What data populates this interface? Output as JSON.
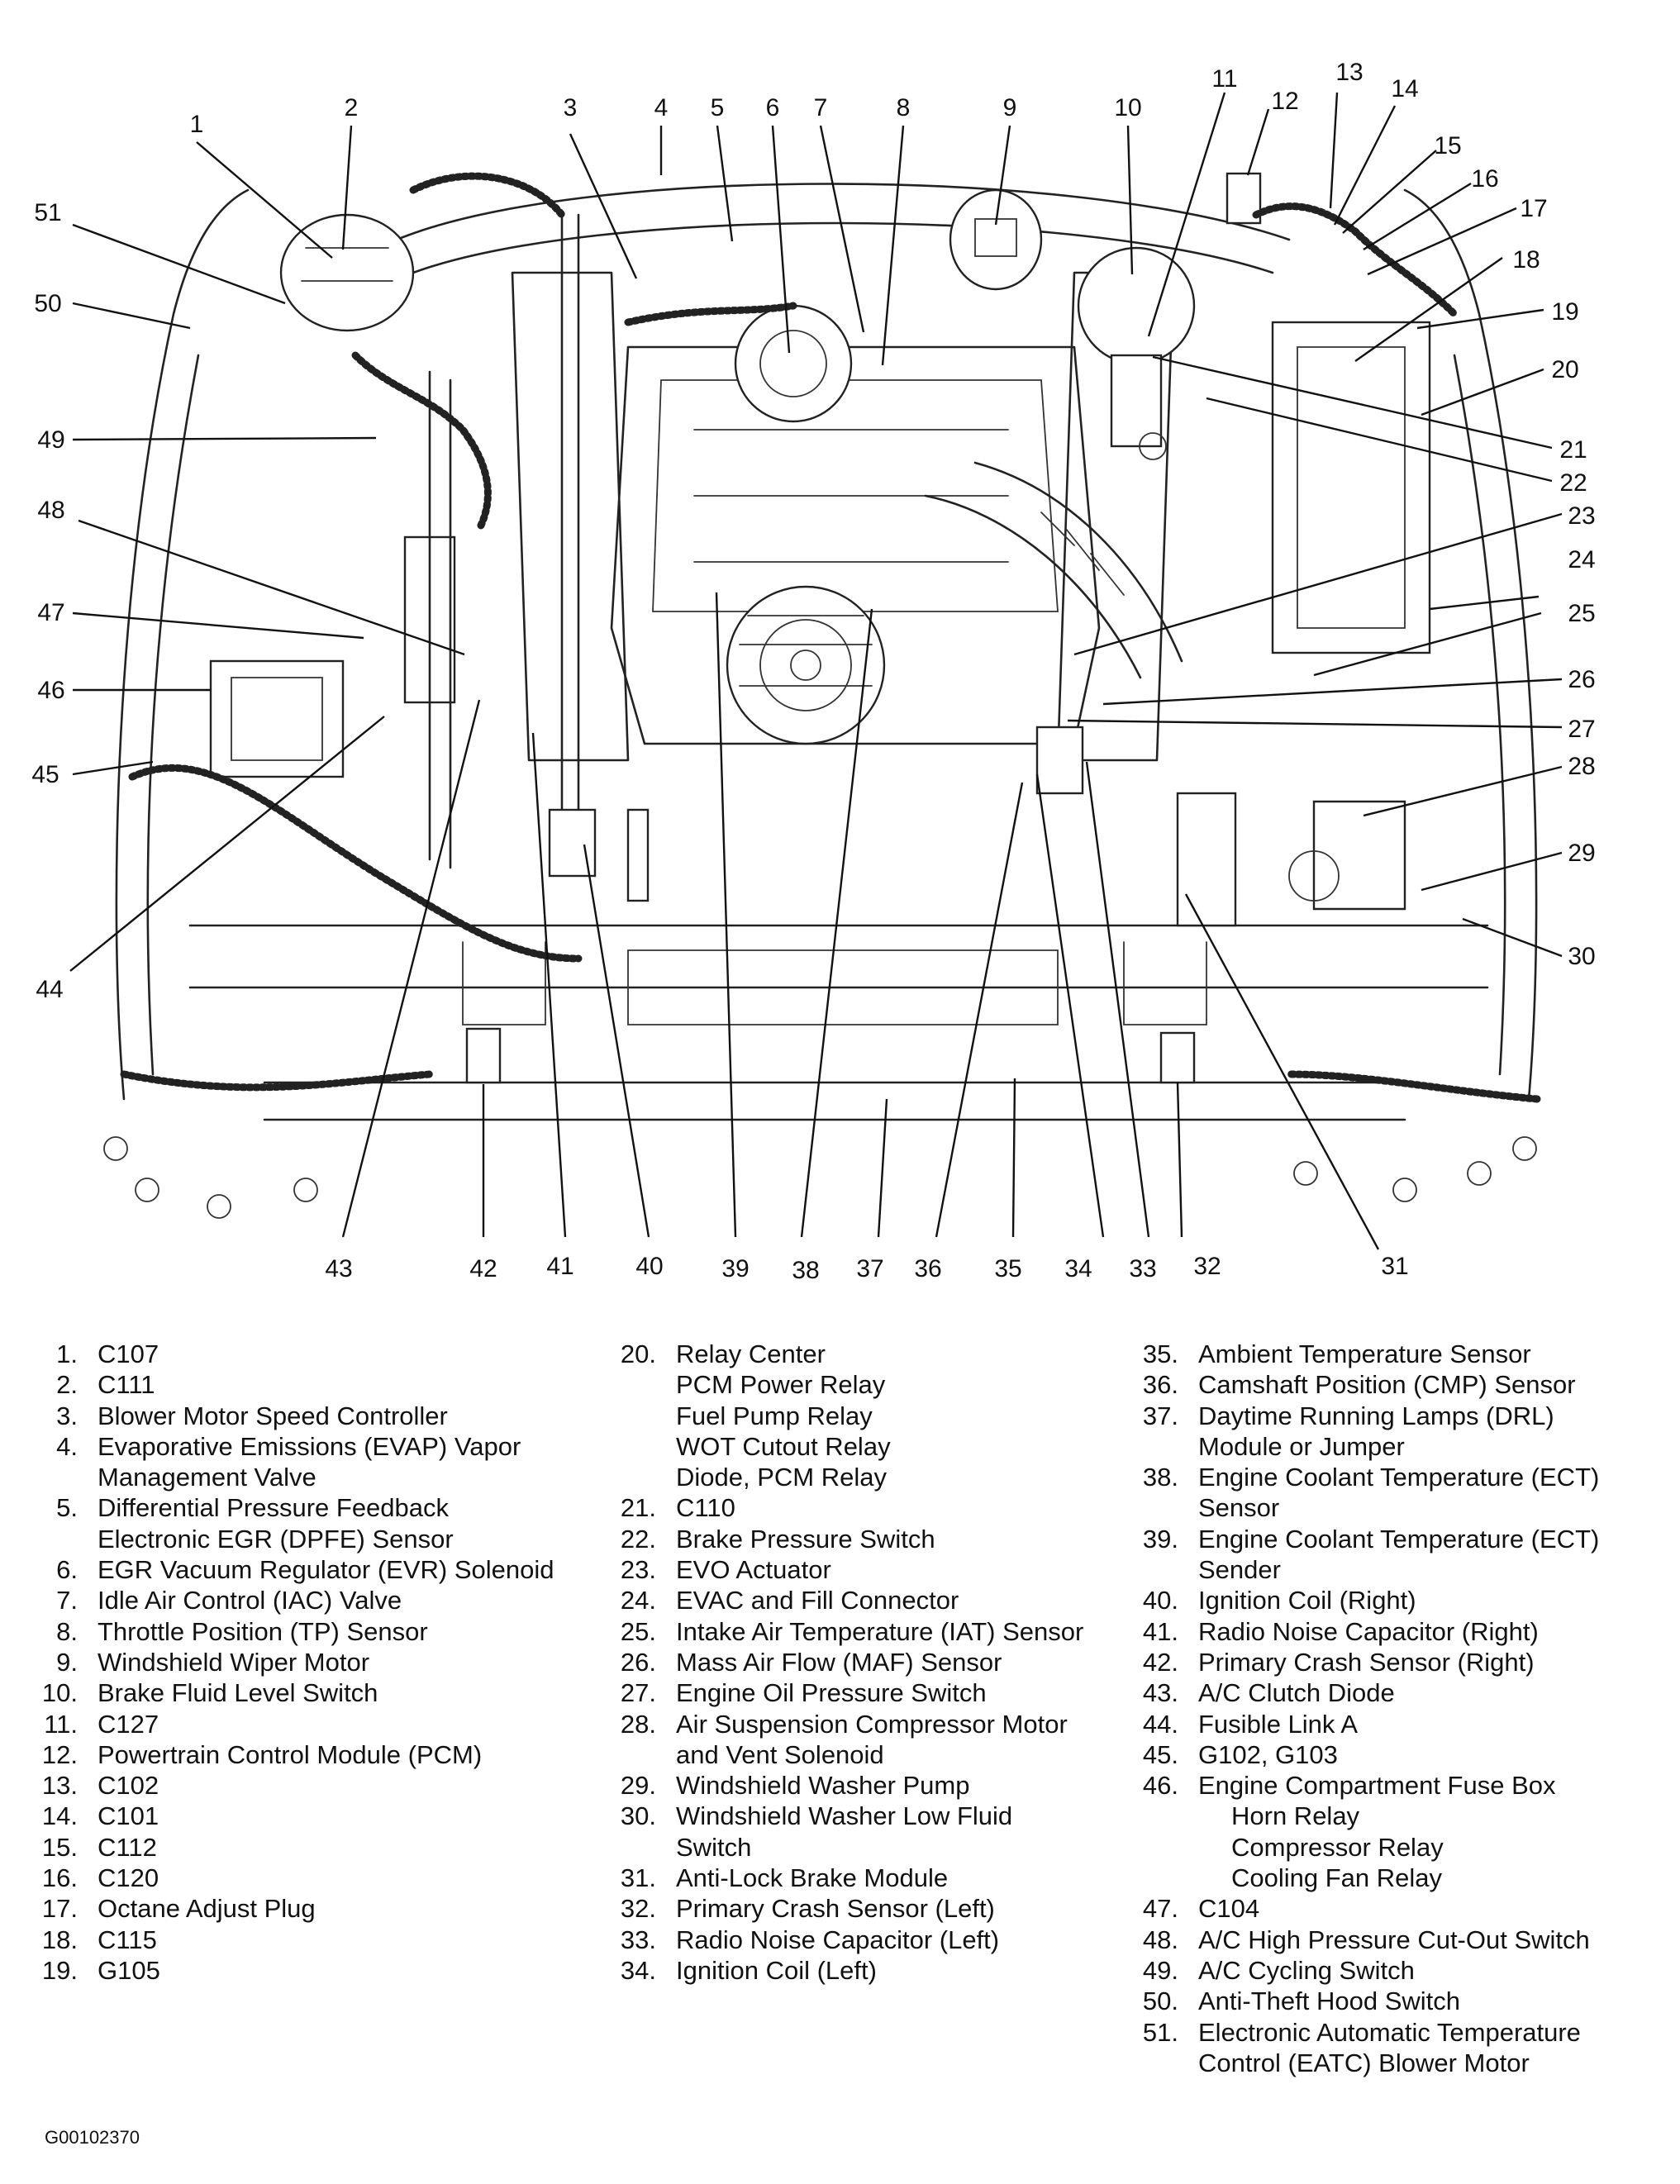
{
  "callouts": [
    "1",
    "2",
    "3",
    "4",
    "5",
    "6",
    "7",
    "8",
    "9",
    "10",
    "11",
    "12",
    "13",
    "14",
    "15",
    "16",
    "17",
    "18",
    "19",
    "20",
    "21",
    "22",
    "23",
    "24",
    "25",
    "26",
    "27",
    "28",
    "29",
    "30",
    "31",
    "32",
    "33",
    "34",
    "35",
    "36",
    "37",
    "38",
    "39",
    "40",
    "41",
    "42",
    "43",
    "44",
    "45",
    "46",
    "47",
    "48",
    "49",
    "50",
    "51"
  ],
  "legend": {
    "col1": [
      {
        "n": "1.",
        "l": "C107"
      },
      {
        "n": "2.",
        "l": "C111"
      },
      {
        "n": "3.",
        "l": "Blower Motor Speed Controller"
      },
      {
        "n": "4.",
        "l": "Evaporative Emissions (EVAP) Vapor"
      },
      {
        "n": "",
        "l": "Management Valve"
      },
      {
        "n": "5.",
        "l": "Differential Pressure Feedback"
      },
      {
        "n": "",
        "l": "Electronic EGR (DPFE) Sensor"
      },
      {
        "n": "6.",
        "l": "EGR Vacuum Regulator (EVR) Solenoid"
      },
      {
        "n": "7.",
        "l": "Idle Air Control (IAC) Valve"
      },
      {
        "n": "8.",
        "l": "Throttle Position (TP) Sensor"
      },
      {
        "n": "9.",
        "l": "Windshield Wiper Motor"
      },
      {
        "n": "10.",
        "l": "Brake Fluid Level Switch"
      },
      {
        "n": "11.",
        "l": "C127"
      },
      {
        "n": "12.",
        "l": "Powertrain Control Module (PCM)"
      },
      {
        "n": "13.",
        "l": "C102"
      },
      {
        "n": "14.",
        "l": "C101"
      },
      {
        "n": "15.",
        "l": "C112"
      },
      {
        "n": "16.",
        "l": "C120"
      },
      {
        "n": "17.",
        "l": "Octane Adjust Plug"
      },
      {
        "n": "18.",
        "l": "C115"
      },
      {
        "n": "19.",
        "l": "G105"
      }
    ],
    "col2": [
      {
        "n": "20.",
        "l": "Relay Center"
      },
      {
        "sub": "PCM Power Relay"
      },
      {
        "sub": "Fuel Pump Relay"
      },
      {
        "sub": "WOT Cutout Relay"
      },
      {
        "sub": "Diode, PCM Relay"
      },
      {
        "n": "21.",
        "l": "C110"
      },
      {
        "n": "22.",
        "l": "Brake Pressure Switch"
      },
      {
        "n": "23.",
        "l": "EVO Actuator"
      },
      {
        "n": "24.",
        "l": "EVAC and Fill Connector"
      },
      {
        "n": "25.",
        "l": "Intake Air Temperature (IAT) Sensor"
      },
      {
        "n": "26.",
        "l": "Mass Air Flow (MAF) Sensor"
      },
      {
        "n": "27.",
        "l": "Engine Oil Pressure Switch"
      },
      {
        "n": "28.",
        "l": "Air Suspension Compressor Motor"
      },
      {
        "n": "",
        "l": "and Vent Solenoid"
      },
      {
        "n": "29.",
        "l": "Windshield Washer Pump"
      },
      {
        "n": "30.",
        "l": "Windshield Washer Low Fluid"
      },
      {
        "n": "",
        "l": "Switch"
      },
      {
        "n": "31.",
        "l": "Anti-Lock Brake Module"
      },
      {
        "n": "32.",
        "l": "Primary Crash Sensor (Left)"
      },
      {
        "n": "33.",
        "l": "Radio Noise Capacitor (Left)"
      },
      {
        "n": "34.",
        "l": "Ignition Coil (Left)"
      }
    ],
    "col3": [
      {
        "n": "35.",
        "l": "Ambient Temperature Sensor"
      },
      {
        "n": "36.",
        "l": "Camshaft Position (CMP) Sensor"
      },
      {
        "n": "37.",
        "l": "Daytime Running Lamps (DRL)"
      },
      {
        "n": "",
        "l": "Module or Jumper"
      },
      {
        "n": "38.",
        "l": "Engine Coolant Temperature (ECT)"
      },
      {
        "n": "",
        "l": "Sensor"
      },
      {
        "n": "39.",
        "l": "Engine Coolant Temperature (ECT)"
      },
      {
        "n": "",
        "l": "Sender"
      },
      {
        "n": "40.",
        "l": "Ignition Coil (Right)"
      },
      {
        "n": "41.",
        "l": "Radio Noise Capacitor (Right)"
      },
      {
        "n": "42.",
        "l": "Primary Crash Sensor (Right)"
      },
      {
        "n": "43.",
        "l": "A/C Clutch Diode"
      },
      {
        "n": "44.",
        "l": "Fusible Link A"
      },
      {
        "n": "45.",
        "l": "G102, G103"
      },
      {
        "n": "46.",
        "l": "Engine Compartment Fuse Box"
      },
      {
        "subdeep": "Horn Relay"
      },
      {
        "subdeep": "Compressor Relay"
      },
      {
        "subdeep": "Cooling Fan Relay"
      },
      {
        "n": "47.",
        "l": "C104"
      },
      {
        "n": "48.",
        "l": "A/C High Pressure Cut-Out Switch"
      },
      {
        "n": "49.",
        "l": "A/C Cycling Switch"
      },
      {
        "n": "50.",
        "l": "Anti-Theft Hood Switch"
      },
      {
        "n": "51.",
        "l": "Electronic Automatic Temperature"
      },
      {
        "n": "",
        "l": "Control (EATC) Blower Motor"
      }
    ]
  },
  "figure_code": "G00102370"
}
